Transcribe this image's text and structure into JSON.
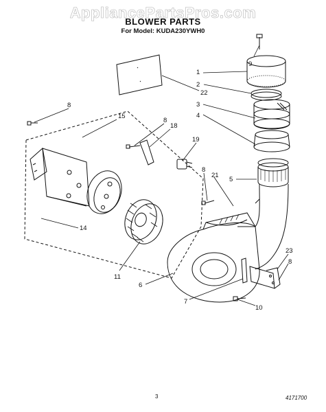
{
  "watermark": "AppliancePartsPros.com",
  "title": "BLOWER PARTS",
  "model_line": "For Model: KUDA230YWH0",
  "page_number": "3",
  "document_number": "4171700",
  "callouts": {
    "c9": "9",
    "c1": "1",
    "c2": "2",
    "c22": "22",
    "c3": "3",
    "c4": "4",
    "c8a": "8",
    "c15": "15",
    "c8b": "8",
    "c18": "18",
    "c19": "19",
    "c8c": "8",
    "c21": "21",
    "c5": "5",
    "c14": "14",
    "c11": "11",
    "c6": "6",
    "c7": "7",
    "c23": "23",
    "c8d": "8",
    "c10": "10"
  }
}
